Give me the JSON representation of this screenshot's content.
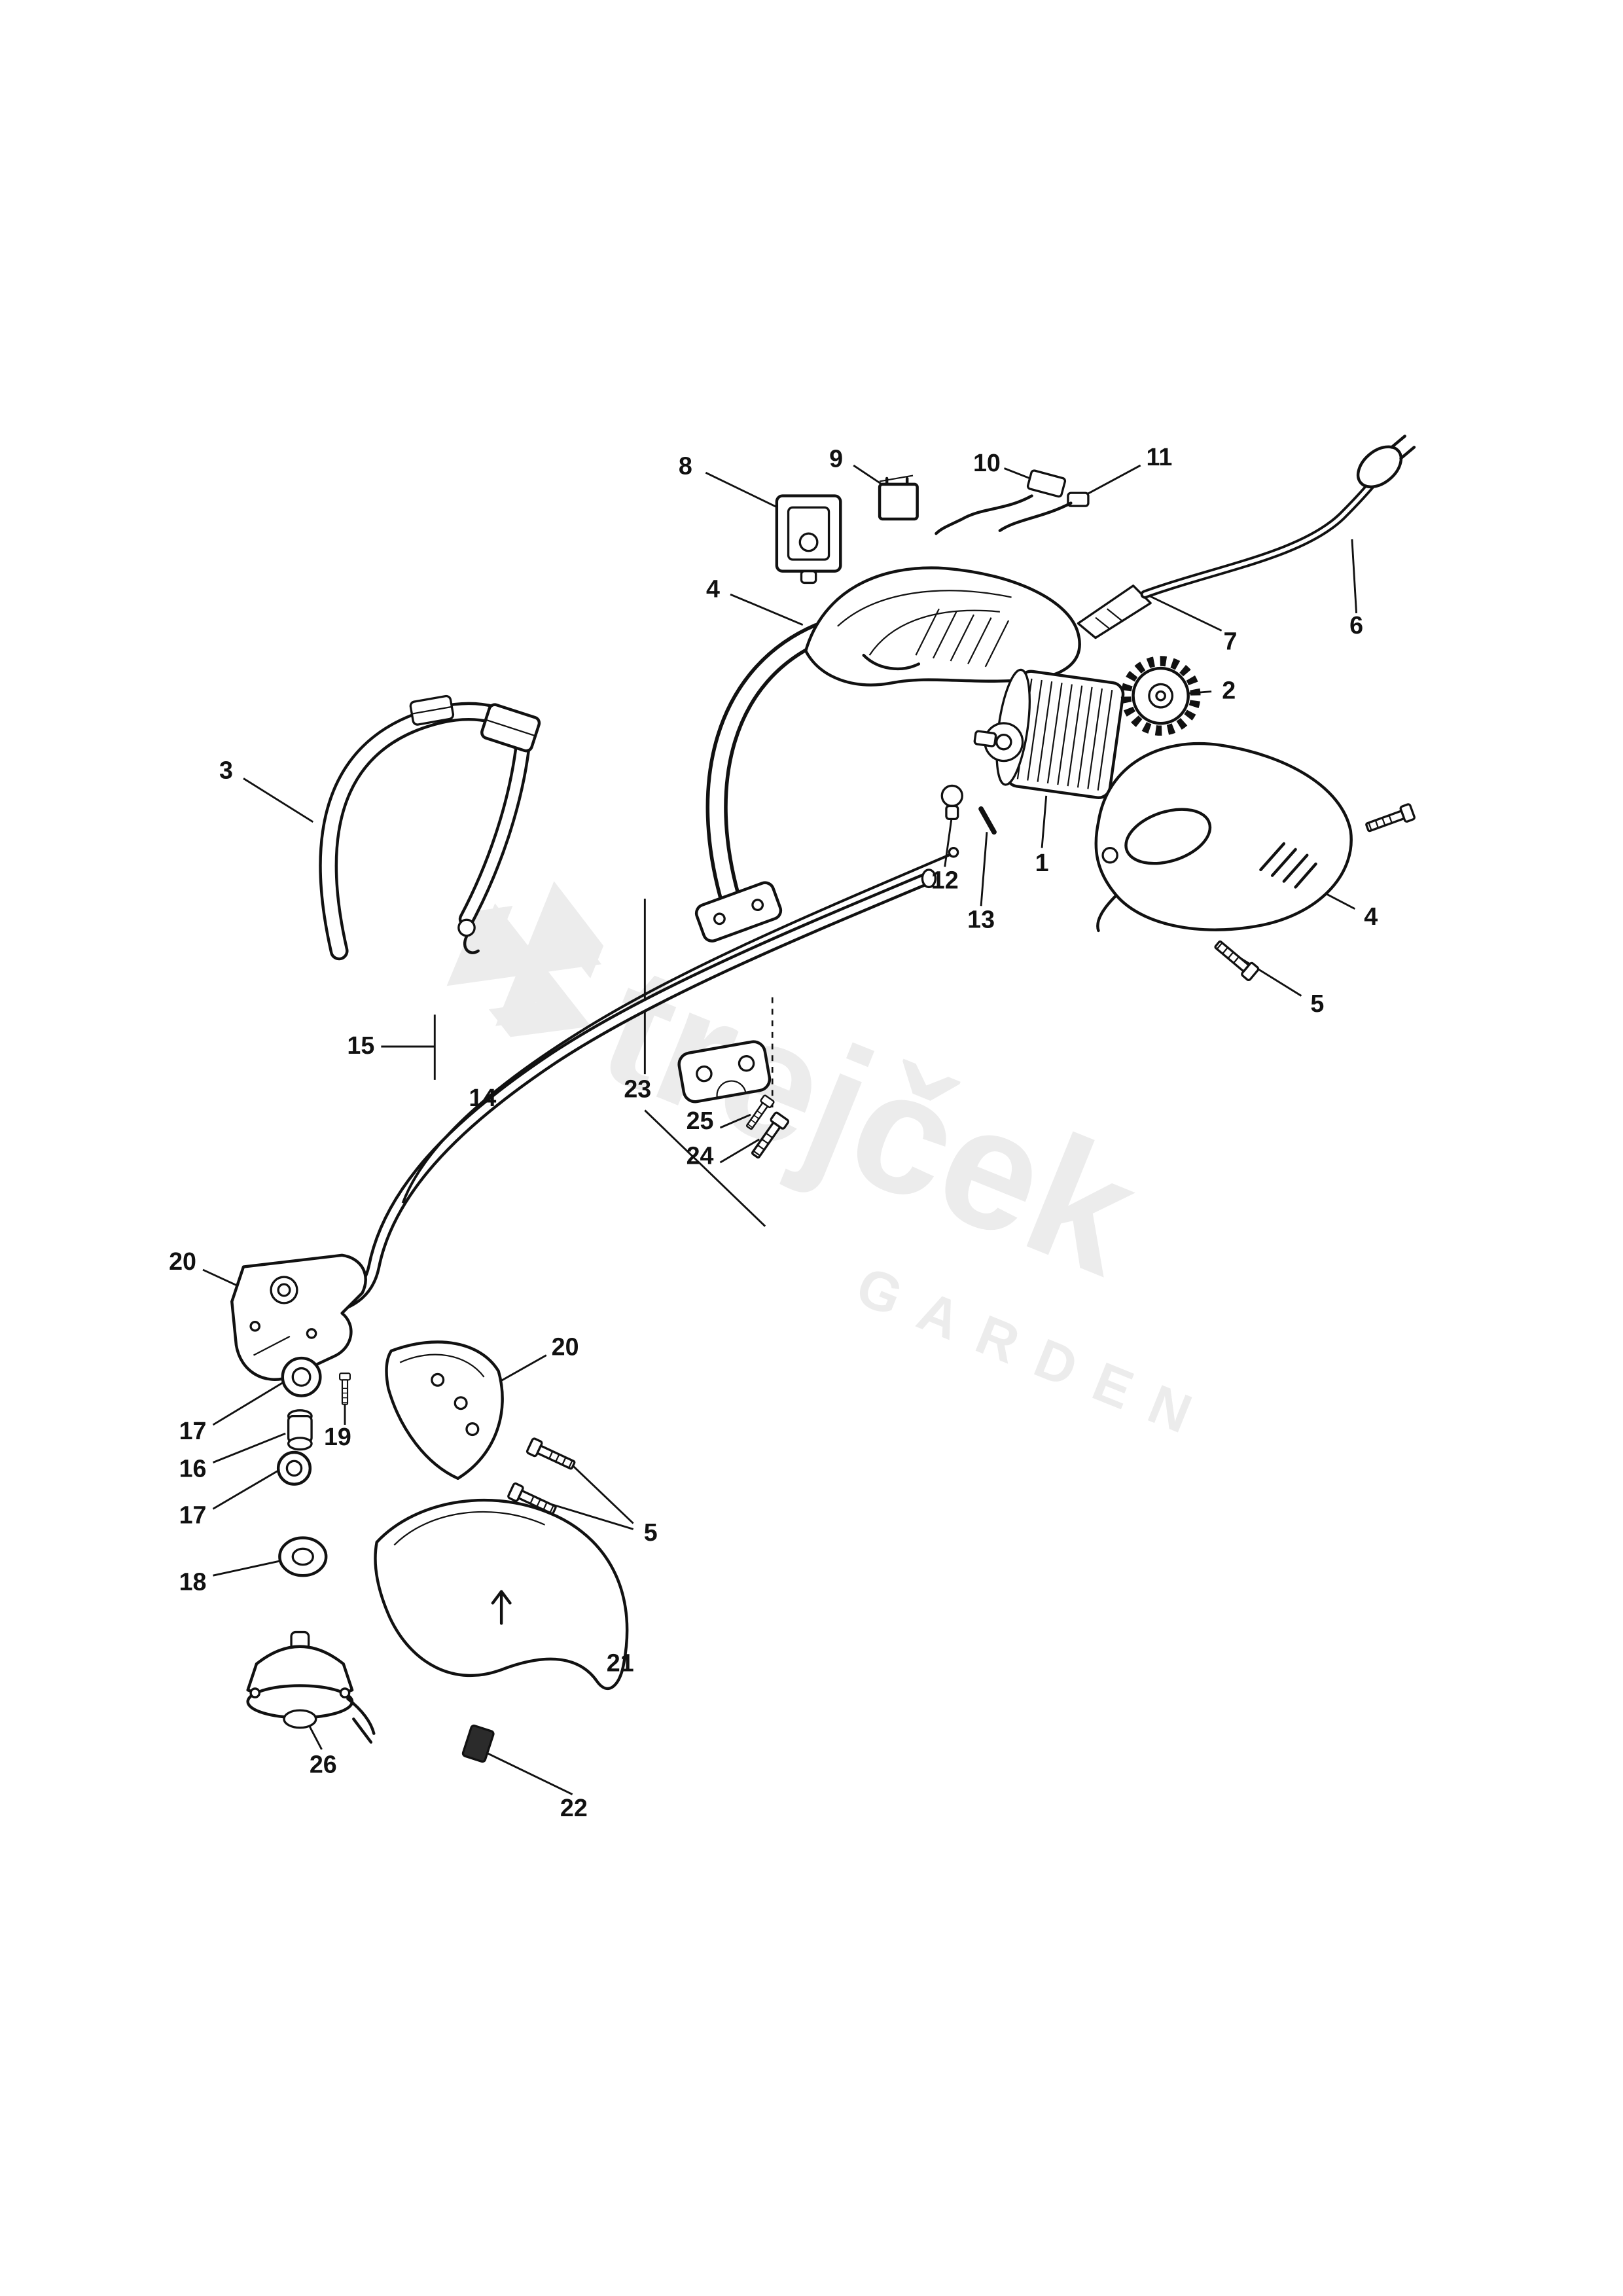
{
  "watermark": {
    "brand": "trejček",
    "sub": "GARDEN",
    "logo": "hex-arrows-logo"
  },
  "colors": {
    "ink": "#111111",
    "watermark": "#ececec",
    "background": "#ffffff"
  },
  "part_labels": [
    "8",
    "9",
    "10",
    "11",
    "6",
    "7",
    "4",
    "2",
    "1",
    "3",
    "12",
    "13",
    "4",
    "5",
    "15",
    "14",
    "23",
    "25",
    "24",
    "20",
    "17",
    "16",
    "19",
    "17",
    "20",
    "5",
    "18",
    "21",
    "26",
    "22"
  ]
}
